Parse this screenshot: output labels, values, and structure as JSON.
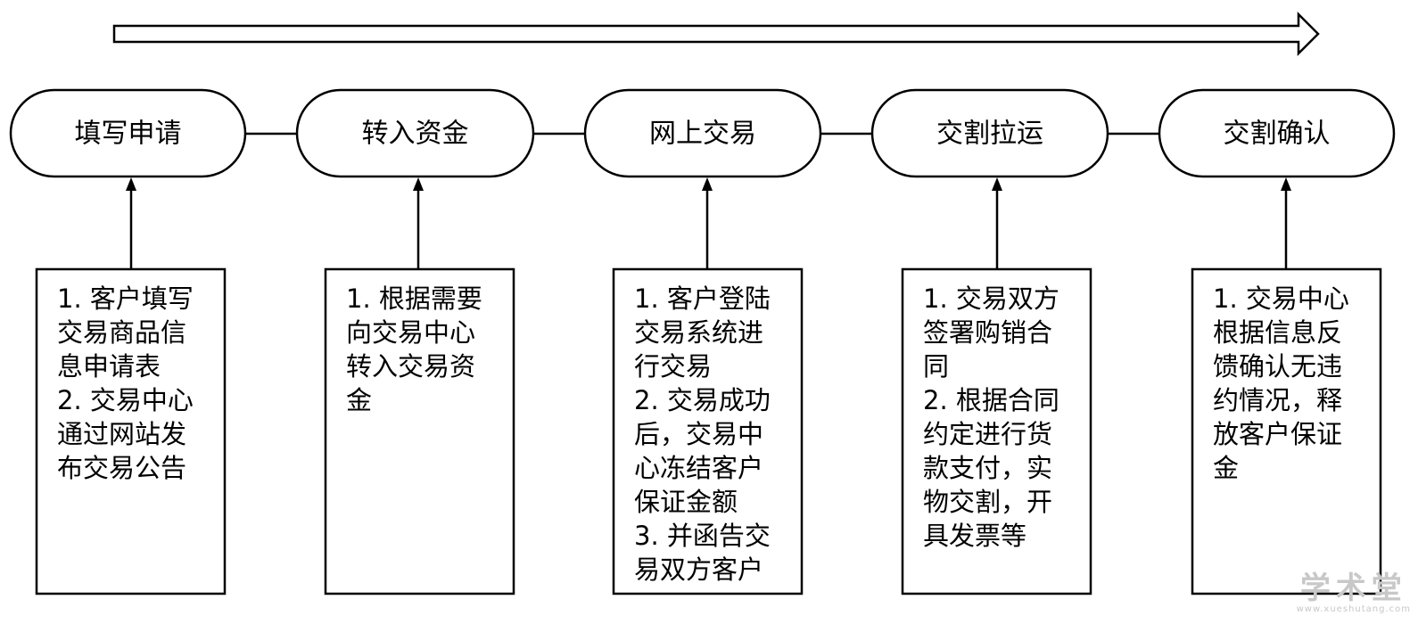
{
  "stages": [
    {
      "label": "填写申请"
    },
    {
      "label": "转入资金"
    },
    {
      "label": "网上交易"
    },
    {
      "label": "交割拉运"
    },
    {
      "label": "交割确认"
    }
  ],
  "notes": [
    {
      "text": "1. 客户填写\n交易商品信\n息申请表\n2. 交易中心\n通过网站发\n布交易公告"
    },
    {
      "text": "1. 根据需要\n向交易中心\n转入交易资\n金"
    },
    {
      "text": "1. 客户登陆\n交易系统进\n行交易\n2. 交易成功\n后，交易中\n心冻结客户\n保证金额\n3. 并函告交\n易双方客户"
    },
    {
      "text": "1. 交易双方\n签署购销合\n同\n2. 根据合同\n约定进行货\n款支付，实\n物交割，开\n具发票等"
    },
    {
      "text": "1. 交易中心\n根据信息反\n馈确认无违\n约情况，释\n放客户保证\n金"
    }
  ],
  "watermark": {
    "main": "学术堂",
    "sub": "www.xueshutang.com"
  }
}
